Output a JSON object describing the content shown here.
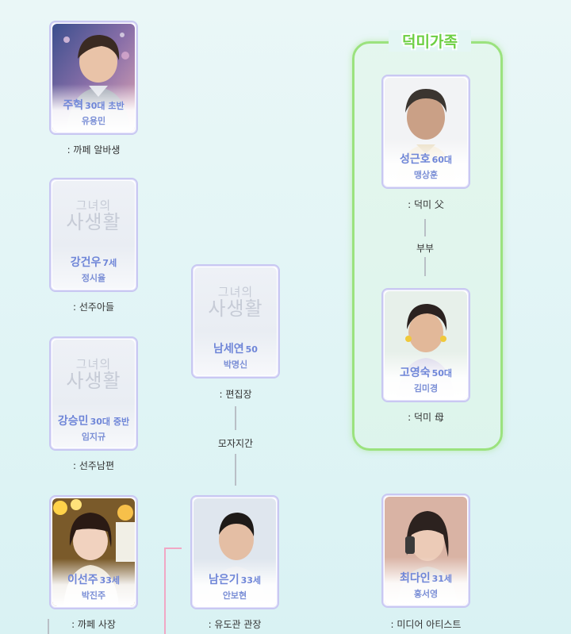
{
  "family_group": {
    "title": "덕미가족"
  },
  "relations": {
    "couple": "부부",
    "mother_son": "모자지간"
  },
  "placeholder_logo": {
    "line1": "그녀의",
    "line2": "사생활"
  },
  "characters": [
    {
      "name": "주혁",
      "age": "30대 초반",
      "actor": "유용민",
      "role": ": 까페 알바생"
    },
    {
      "name": "강건우",
      "age": "7세",
      "actor": "정시율",
      "role": ": 선주아들"
    },
    {
      "name": "강승민",
      "age": "30대 중반",
      "actor": "임지규",
      "role": ": 선주남편"
    },
    {
      "name": "이선주",
      "age": "33세",
      "actor": "박진주",
      "role": ": 까페 사장"
    },
    {
      "name": "남세연",
      "age": "50",
      "actor": "박명신",
      "role": ": 편집장"
    },
    {
      "name": "남은기",
      "age": "33세",
      "actor": "안보현",
      "role": ": 유도관 관장"
    },
    {
      "name": "성근호",
      "age": "60대",
      "actor": "맹상훈",
      "role": ": 덕미 父"
    },
    {
      "name": "고영숙",
      "age": "50대",
      "actor": "김미경",
      "role": ": 덕미 母"
    },
    {
      "name": "최다인",
      "age": "31세",
      "actor": "홍서영",
      "role": ": 미디어 아티스트"
    }
  ],
  "colors": {
    "card_border": "#c9c8f2",
    "name_text": "#6f86d8",
    "family_border": "#9be27e",
    "family_title": "#6ccf41"
  }
}
